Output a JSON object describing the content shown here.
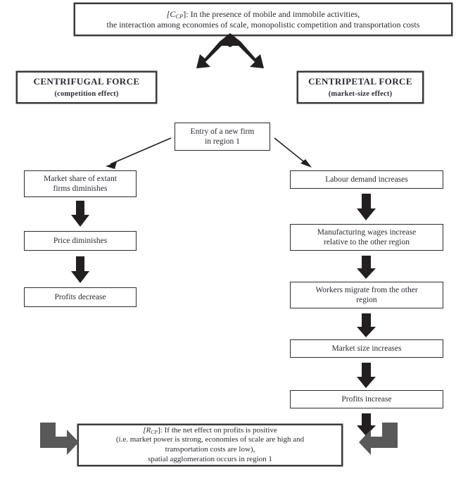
{
  "diagram": {
    "top_statement": {
      "tag_prefix": "[C",
      "tag_sub": "CP",
      "tag_suffix": "]:",
      "line1": " In the presence of mobile and immobile activities,",
      "line2": "the interaction among economies of scale, monopolistic competition and transportation costs"
    },
    "forces": {
      "left": {
        "title": "CENTRIFUGAL FORCE",
        "subtitle": "(competition effect)"
      },
      "right": {
        "title": "CENTRIPETAL FORCE",
        "subtitle": "(market-size effect)"
      }
    },
    "trigger": {
      "line1": "Entry of a new firm",
      "line2": "in region 1"
    },
    "left_chain": [
      {
        "line1": "Market share of extant",
        "line2": "firms diminishes"
      },
      {
        "line1": "Price diminishes",
        "line2": ""
      },
      {
        "line1": "Profits decrease",
        "line2": ""
      }
    ],
    "right_chain": [
      {
        "line1": "Labour demand increases",
        "line2": ""
      },
      {
        "line1": "Manufacturing wages increase",
        "line2": "relative to the other region"
      },
      {
        "line1": "Workers migrate from the other",
        "line2": "region"
      },
      {
        "line1": "Market size increases",
        "line2": ""
      },
      {
        "line1": "Profits increase",
        "line2": ""
      }
    ],
    "conclusion": {
      "tag_prefix": "[R",
      "tag_sub": "CP",
      "tag_suffix": "]:",
      "line1": " If the net effect on profits is positive",
      "line2": "(i.e. market power is strong, economies of scale are high and",
      "line3": "transportation costs are low),",
      "line4": "spatial agglomeration occurs in region 1"
    },
    "colors": {
      "ink": "#231f20",
      "text": "#2a2a33",
      "arrow_black": "#231f20",
      "arrow_gray": "#595959",
      "background": "#ffffff"
    },
    "icons": {
      "split_arrow": "split-down-arrow-icon",
      "down_arrow": "block-down-arrow-icon",
      "diagonal_arrow": "diagonal-arrow-icon",
      "elbow_left": "elbow-arrow-right-icon",
      "elbow_right": "elbow-arrow-left-icon"
    }
  }
}
